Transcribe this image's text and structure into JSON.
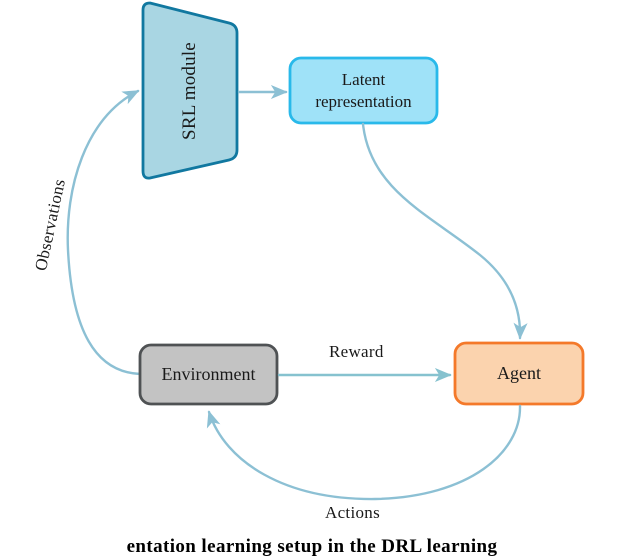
{
  "figure": {
    "caption": "entation learning setup in the DRL learning",
    "background": "#ffffff"
  },
  "nodes": {
    "srl": {
      "label": "SRL module",
      "shape": "trapezoid",
      "fill": "#a9d6e3",
      "stroke": "#1178a0"
    },
    "latent": {
      "label_line1": "Latent",
      "label_line2": "representation",
      "shape": "rounded-rect",
      "fill": "#9fe2f8",
      "stroke": "#29b9ea"
    },
    "environment": {
      "label": "Environment",
      "shape": "rounded-rect",
      "fill": "#c3c3c3",
      "stroke": "#4f5254"
    },
    "agent": {
      "label": "Agent",
      "shape": "rounded-rect",
      "fill": "#fbd3ae",
      "stroke": "#f4792a"
    }
  },
  "edges": {
    "observations": {
      "label": "Observations",
      "from": "environment",
      "to": "srl",
      "color": "#8cc0d4"
    },
    "srl_to_latent": {
      "label": "",
      "from": "srl",
      "to": "latent",
      "color": "#8cc0d4"
    },
    "latent_to_agent": {
      "label": "",
      "from": "latent",
      "to": "agent",
      "color": "#8cc0d4"
    },
    "reward": {
      "label": "Reward",
      "from": "environment",
      "to": "agent",
      "color": "#8cc0d4"
    },
    "actions": {
      "label": "Actions",
      "from": "agent",
      "to": "environment",
      "color": "#8cc0d4"
    }
  }
}
